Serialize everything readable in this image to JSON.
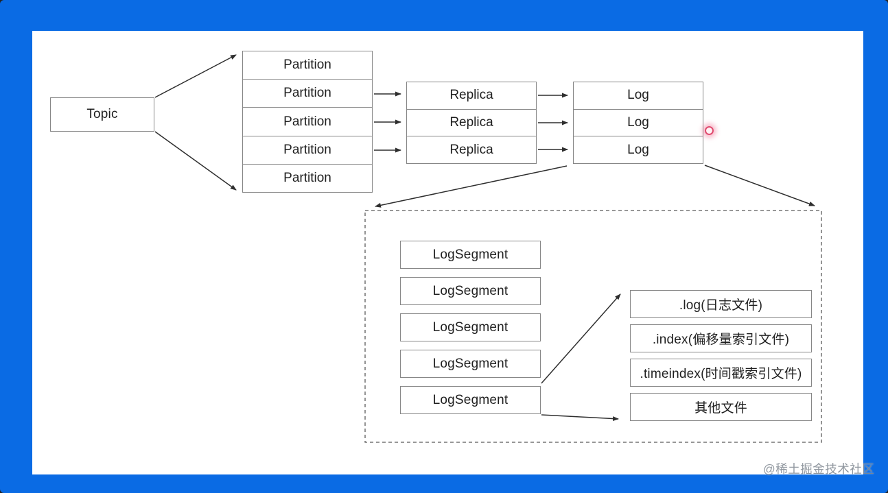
{
  "diagram": {
    "topic_label": "Topic",
    "partitions": [
      "Partition",
      "Partition",
      "Partition",
      "Partition",
      "Partition"
    ],
    "replicas": [
      "Replica",
      "Replica",
      "Replica"
    ],
    "logs": [
      "Log",
      "Log",
      "Log"
    ],
    "log_segments": [
      "LogSegment",
      "LogSegment",
      "LogSegment",
      "LogSegment",
      "LogSegment"
    ],
    "files": [
      ".log(日志文件)",
      ".index(偏移量索引文件)",
      ".timeindex(时间戳索引文件)",
      "其他文件"
    ]
  },
  "watermark": {
    "text": "@稀土掘金技术社区"
  },
  "colors": {
    "frame_blue": "#0a6be4",
    "box_border": "#868686",
    "line_dark": "#3a3a3a",
    "cursor_pink": "#e04a6e"
  }
}
